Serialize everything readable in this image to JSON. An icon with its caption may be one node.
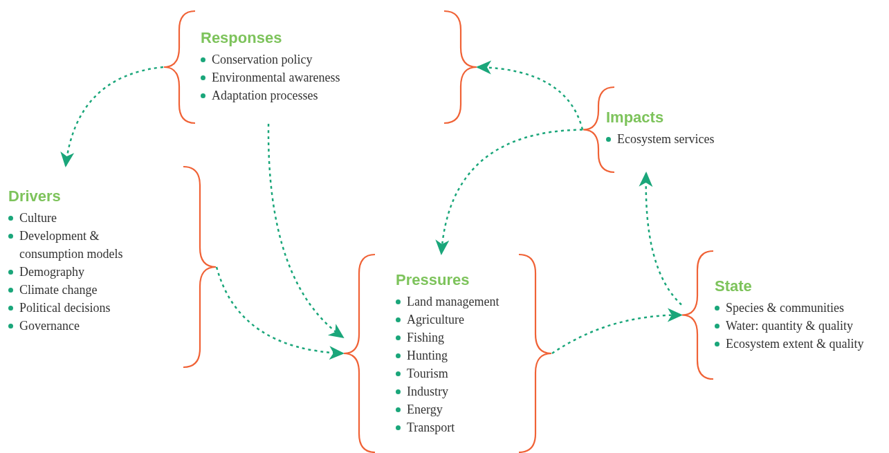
{
  "diagram": {
    "nodes": [
      {
        "text": [
          "Responses",
          "Conservation policy",
          "Environmental awareness",
          "Adaptation processes"
        ]
      },
      {
        "text": [
          "Impacts",
          "Ecosystem services"
        ]
      },
      {
        "text": [
          "Drivers",
          "Culture",
          "Development & consumption models",
          "Demography",
          "Climate change",
          "Political decisions",
          "Governance"
        ]
      },
      {
        "text": [
          "Pressures",
          "Land management",
          "Agriculture",
          "Fishing",
          "Hunting",
          "Tourism",
          "Industry",
          "Energy",
          "Transport"
        ]
      },
      {
        "text": [
          "State",
          "Species & communities",
          "Water: quantity & quality",
          "Ecosystem extent & quality"
        ]
      }
    ],
    "edges": [
      {
        "from": 0,
        "to": 2,
        "arrow": "to",
        "style": "dashed"
      },
      {
        "from": 0,
        "to": 3,
        "arrow": "to",
        "style": "dashed"
      },
      {
        "from": 1,
        "to": 0,
        "arrow": "to",
        "style": "dashed"
      },
      {
        "from": 1,
        "to": 3,
        "arrow": "to",
        "style": "dashed"
      },
      {
        "from": 2,
        "to": 3,
        "arrow": "to",
        "style": "dashed"
      },
      {
        "from": 3,
        "to": 4,
        "arrow": "to",
        "style": "dashed"
      },
      {
        "from": 4,
        "to": 1,
        "arrow": "to",
        "style": "dashed"
      }
    ]
  }
}
